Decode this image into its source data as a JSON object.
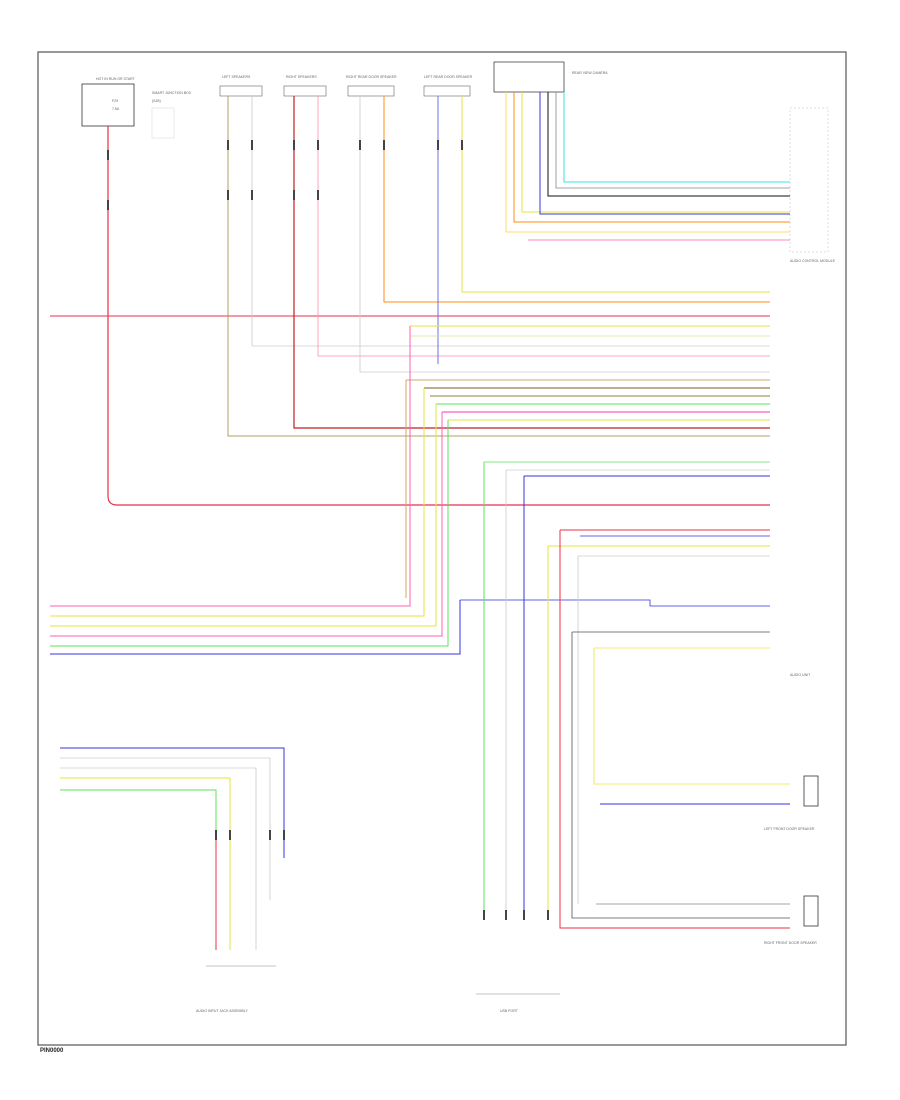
{
  "page_code": "PIN0000",
  "components": {
    "hot_in_run_or_start": {
      "name": "HOT IN RUN OR START",
      "note": [
        "SMART JUNCTION BOX",
        "(SJB)",
        "F29",
        "7.5A"
      ]
    },
    "left_speakers": {
      "name": "LEFT SPEAKERS"
    },
    "right_speakers": {
      "name": "RIGHT SPEAKERS"
    },
    "right_rear_door_speaker": {
      "name": "RIGHT REAR DOOR SPEAKER"
    },
    "left_rear_door_speaker": {
      "name": "LEFT REAR DOOR SPEAKER"
    },
    "rear_view_camera": {
      "name": "REAR VIEW CAMERA"
    },
    "audio_control_module": {
      "name": "AUDIO CONTROL MODULE"
    },
    "audio_unit": {
      "name": "AUDIO UNIT"
    },
    "left_front_door_speaker": {
      "name": "LEFT FRONT DOOR SPEAKER"
    },
    "right_front_door_speaker": {
      "name": "RIGHT FRONT DOOR SPEAKER"
    },
    "audio_input_jack": {
      "name": "AUDIO INPUT JACK ASSEMBLY"
    },
    "usb_port": {
      "name": "USB PORT"
    }
  },
  "wire_colors": {
    "red": "#e8304a",
    "pink": "#ff5fb0",
    "orange": "#ff8c1a",
    "yellow": "#e6e63c",
    "green": "#5be35b",
    "cyan": "#39e6e6",
    "blue": "#3535e0",
    "brown": "#7a5a2a",
    "gray": "#a8a8a8",
    "black": "#111111",
    "olive": "#b0a060",
    "frame": "#555555"
  }
}
